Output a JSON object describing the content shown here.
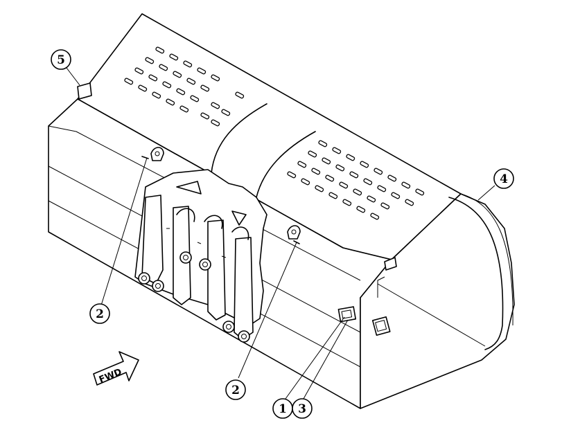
{
  "callouts": {
    "c1": "1",
    "c2a": "2",
    "c2b": "2",
    "c3": "3",
    "c4": "4",
    "c5": "5"
  },
  "fwd_arrow": {
    "label": "FWD"
  },
  "colors": {
    "line": "#000000",
    "background": "#ffffff"
  }
}
